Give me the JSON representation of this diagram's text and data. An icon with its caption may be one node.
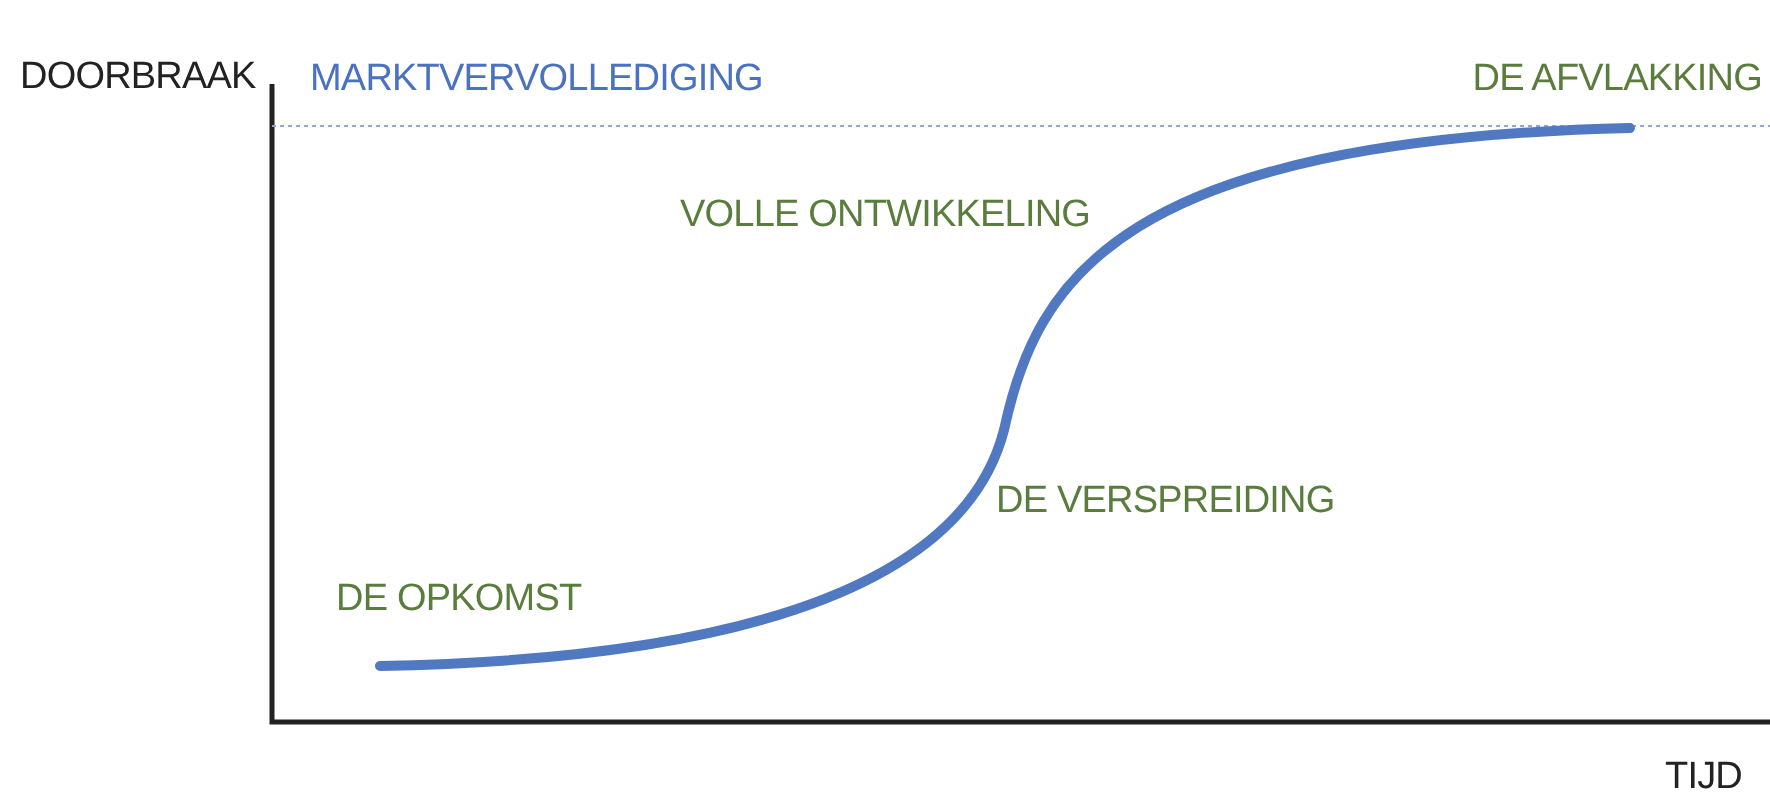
{
  "diagram": {
    "labels": [
      "DOORBRAAK",
      "MARKTVERVOLLEDIGING",
      "DE AFVLAKKING",
      "VOLLE ONTWIKKELING",
      "DE VERSPREIDING",
      "DE OPKOMST",
      "TIJD"
    ]
  }
}
